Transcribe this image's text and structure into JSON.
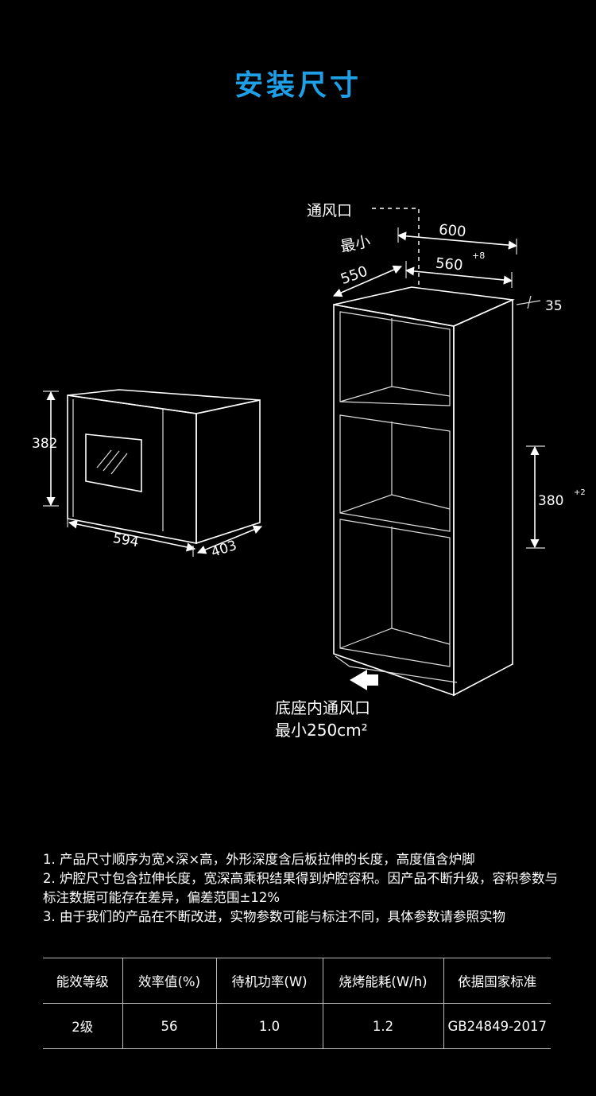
{
  "title": "安装尺寸",
  "oven": {
    "height": "382",
    "width": "594",
    "depth": "403"
  },
  "cabinet": {
    "vent_label": "通风口",
    "min_label": "最小",
    "min_depth": "550",
    "outer_width": "600",
    "inner_width": "560",
    "inner_width_tol": "+8",
    "top_thickness": "35",
    "cavity_height": "380",
    "cavity_height_tol": "+2",
    "base_vent_line1": "底座内通风口",
    "base_vent_line2": "最小250cm²"
  },
  "notes": [
    "1. 产品尺寸顺序为宽×深×高，外形深度含后板拉伸的长度，高度值含炉脚",
    "2. 炉腔尺寸包含拉伸长度，宽深高乘积结果得到炉腔容积。因产品不断升级，容积参数与标注数据可能存在差异，偏差范围±12%",
    "3. 由于我们的产品在不断改进，实物参数可能与标注不同，具体参数请参照实物"
  ],
  "spec_table": {
    "headers": [
      "能效等级",
      "效率值(%)",
      "待机功率(W)",
      "烧烤能耗(W/h)",
      "依据国家标准"
    ],
    "row": [
      "2级",
      "56",
      "1.0",
      "1.2",
      "GB24849-2017"
    ]
  }
}
